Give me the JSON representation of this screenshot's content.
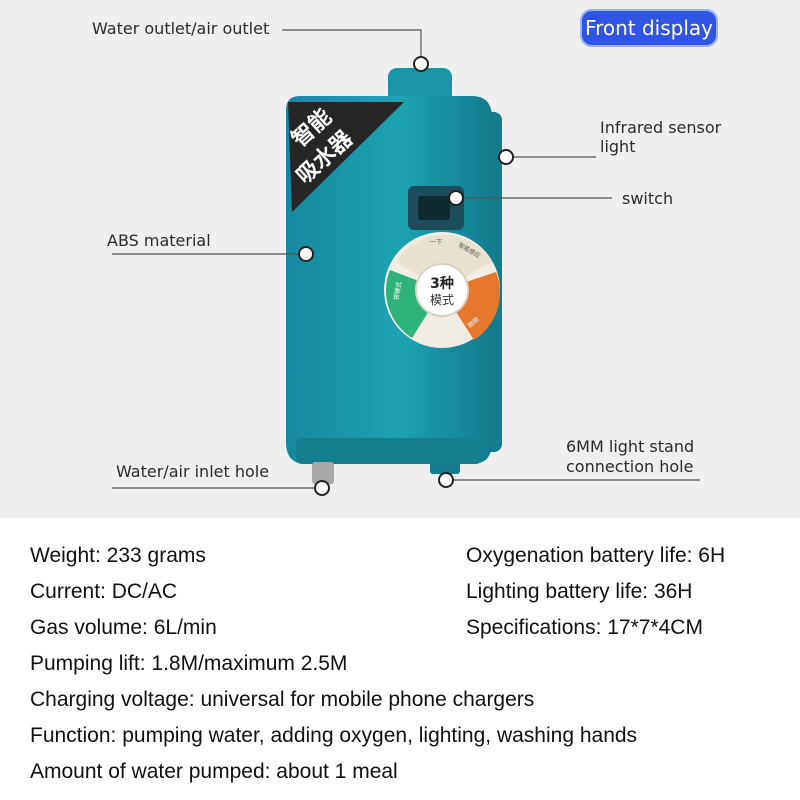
{
  "badge": {
    "label": "Front display"
  },
  "device": {
    "label_line1": "智能",
    "label_line2": "吸水器",
    "dial_line1": "3种",
    "dial_line2": "模式",
    "dial_ring_left": "按键式",
    "dial_ring_top": "一下",
    "dial_ring_right": "智能感应",
    "dial_ring_bottom": "照明"
  },
  "callouts": {
    "outlet": "Water outlet/air outlet",
    "infrared_1": "Infrared sensor",
    "infrared_2": "light",
    "switch": "switch",
    "abs": "ABS material",
    "inlet": "Water/air inlet hole",
    "stand_1": "6MM light stand",
    "stand_2": "connection hole"
  },
  "specs": {
    "weight": "Weight: 233 grams",
    "oxygenation": "Oxygenation battery life: 6H",
    "current": "Current: DC/AC",
    "lighting": "Lighting battery life: 36H",
    "gas": "Gas volume: 6L/min",
    "specifications": "Specifications: 17*7*4CM",
    "lift": "Pumping lift: 1.8M/maximum 2.5M",
    "charging": "Charging voltage: universal for mobile phone chargers",
    "function": "Function: pumping water, adding oxygen, lighting, washing hands",
    "amount": "Amount of water pumped: about 1 meal"
  },
  "colors": {
    "body": "#1a9aa8",
    "badge": "#2f55e6",
    "label_bg": "#262626",
    "dial_green": "#2fb27a",
    "dial_orange": "#e6782e"
  }
}
